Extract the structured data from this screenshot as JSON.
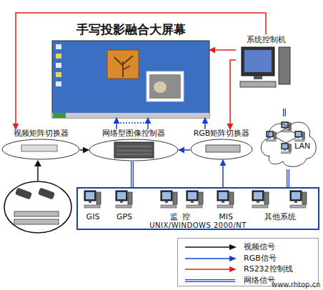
{
  "diagram": {
    "nodes": [
      {
        "text": [
          "手写投影融合大屏幕"
        ]
      },
      {
        "text": [
          "系统控制机"
        ]
      },
      {
        "text": [
          "视频矩阵切换器"
        ]
      },
      {
        "text": [
          "网络型图像控制器"
        ]
      },
      {
        "text": [
          "RGB矩阵切换器"
        ]
      },
      {
        "text": [
          "LAN"
        ]
      },
      {
        "text": [
          "UNIX/WINDOWS 2000/NT"
        ]
      },
      {
        "text": [
          "GIS"
        ],
        "in": 6
      },
      {
        "text": [
          "GPS"
        ],
        "in": 6
      },
      {
        "text": [
          "监控"
        ],
        "in": 6
      },
      {
        "text": [
          "MIS"
        ],
        "in": 6
      },
      {
        "text": [
          "其他系统"
        ],
        "in": 6
      }
    ],
    "edges": [
      {
        "from": 1,
        "to": 2,
        "arrow": "to"
      },
      {
        "from": 1,
        "to": 0,
        "arrow": "to"
      },
      {
        "from": 1,
        "to": 4,
        "arrow": "to"
      },
      {
        "from": 2,
        "to": 3,
        "arrow": "to"
      },
      {
        "from": 4,
        "to": 3,
        "arrow": "to"
      },
      {
        "from": 3,
        "to": 0,
        "arrow": "to"
      },
      {
        "from": 4,
        "to": 0,
        "arrow": "to"
      },
      {
        "from": 6,
        "to": 3,
        "arrow": "none"
      },
      {
        "from": 6,
        "to": 4,
        "arrow": "to"
      },
      {
        "from": 6,
        "to": 5,
        "arrow": "none"
      },
      {
        "from": 1,
        "to": 5,
        "arrow": "none"
      }
    ],
    "labels": [
      "www.rhtop.cn"
    ],
    "legend": [
      {
        "text": "视频信号"
      },
      {
        "text": "RGB信号"
      },
      {
        "text": "RS232控制线"
      },
      {
        "text": "网络信号"
      }
    ]
  }
}
